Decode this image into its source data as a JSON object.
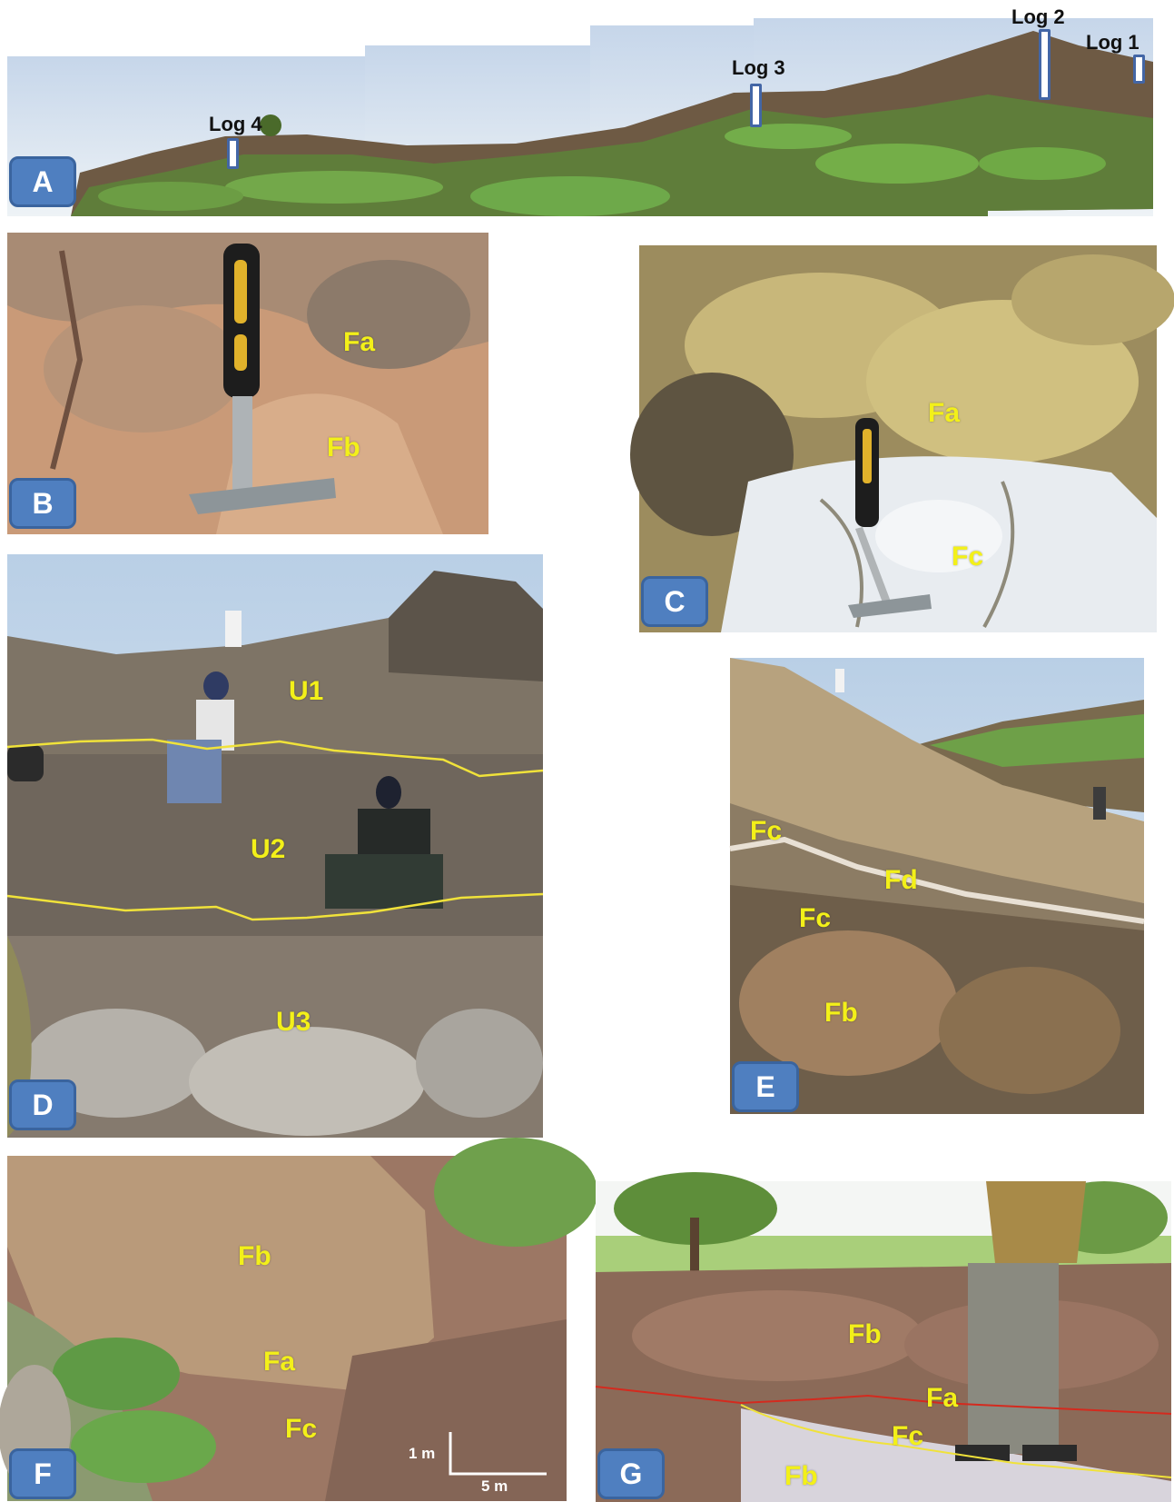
{
  "panels": {
    "a": {
      "letter": "A",
      "logs": [
        "Log 1",
        "Log 2",
        "Log 3",
        "Log 4"
      ]
    },
    "b": {
      "letter": "B",
      "labels": [
        "Fa",
        "Fb"
      ]
    },
    "c": {
      "letter": "C",
      "labels": [
        "Fa",
        "Fc"
      ]
    },
    "d": {
      "letter": "D",
      "labels": [
        "U1",
        "U2",
        "U3"
      ]
    },
    "e": {
      "letter": "E",
      "labels": [
        "Fc",
        "Fd",
        "Fc",
        "Fb"
      ]
    },
    "f": {
      "letter": "F",
      "labels": [
        "Fb",
        "Fa",
        "Fc"
      ],
      "scale_vertical": "1 m",
      "scale_horizontal": "5 m"
    },
    "g": {
      "letter": "G",
      "labels": [
        "Fb",
        "Fa",
        "Fc",
        "Fb"
      ]
    }
  },
  "colors": {
    "tag_fill": "#4f7fc0",
    "label_yellow": "#f3f019",
    "boundary_yellow": "#f0e23a",
    "boundary_red": "#d42a1e"
  }
}
